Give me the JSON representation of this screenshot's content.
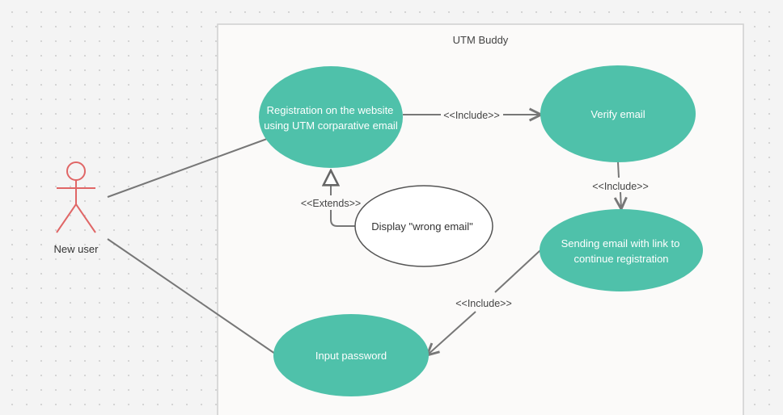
{
  "system": {
    "title": "UTM Buddy"
  },
  "actor": {
    "name": "New user"
  },
  "use_cases": {
    "registration": {
      "lines": [
        "Registration on the website",
        "using UTM corparative email"
      ]
    },
    "verify": {
      "lines": [
        "Verify email"
      ]
    },
    "sending": {
      "lines": [
        "Sending  email with link to",
        "continue registration"
      ]
    },
    "wrong_email": {
      "lines": [
        "Display \"wrong email\""
      ]
    },
    "password": {
      "lines": [
        "Input password"
      ]
    }
  },
  "relations": {
    "reg_to_verify": "<<Include>>",
    "verify_to_sending": "<<Include>>",
    "sending_to_password": "<<Include>>",
    "wrong_to_reg": "<<Extends>>"
  },
  "colors": {
    "use_case_fill": "#4fc1aa",
    "actor_stroke": "#e06666",
    "connector": "#777777"
  }
}
